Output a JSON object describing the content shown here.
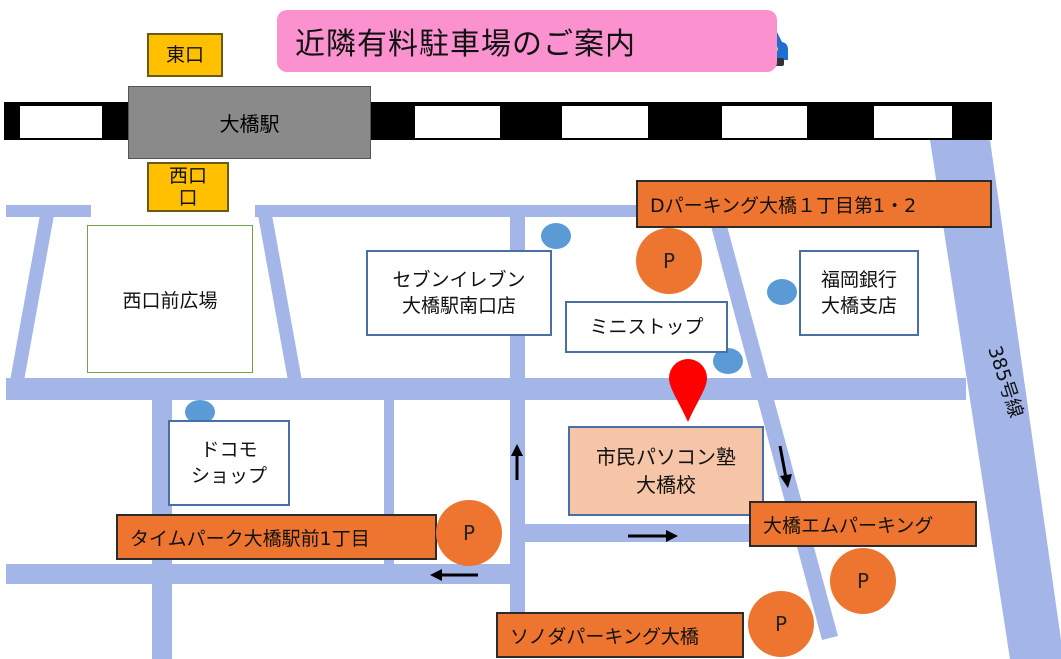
{
  "title": "近隣有料駐車場のご案内",
  "title_icon": "car-icon",
  "station": "大橋駅",
  "east_exit": "東口",
  "west_exit": "西口\n口",
  "plaza": "西口前広場",
  "seven_eleven": "セブンイレブン\n大橋駅南口店",
  "mini_stop": "ミニストップ",
  "fukuoka_bank": "福岡銀行\n大橋支店",
  "docomo": "ドコモ\nショップ",
  "school": "市民パソコン塾\n大橋校",
  "route_label": "385号線",
  "parking": {
    "d_parking": "Dパーキング大橋１丁目第1・2",
    "time_park": "タイムパーク大橋駅前1丁目",
    "m_parking": "大橋エムパーキング",
    "sonoda": "ソノダパーキング大橋",
    "p_symbol": "P"
  },
  "colors": {
    "road": "#a4b5e8",
    "parking": "#ee7530",
    "title_bg": "#fb92cf",
    "gate": "#ffc000",
    "marker": "#ff0000",
    "dot": "#5b9bd5"
  }
}
